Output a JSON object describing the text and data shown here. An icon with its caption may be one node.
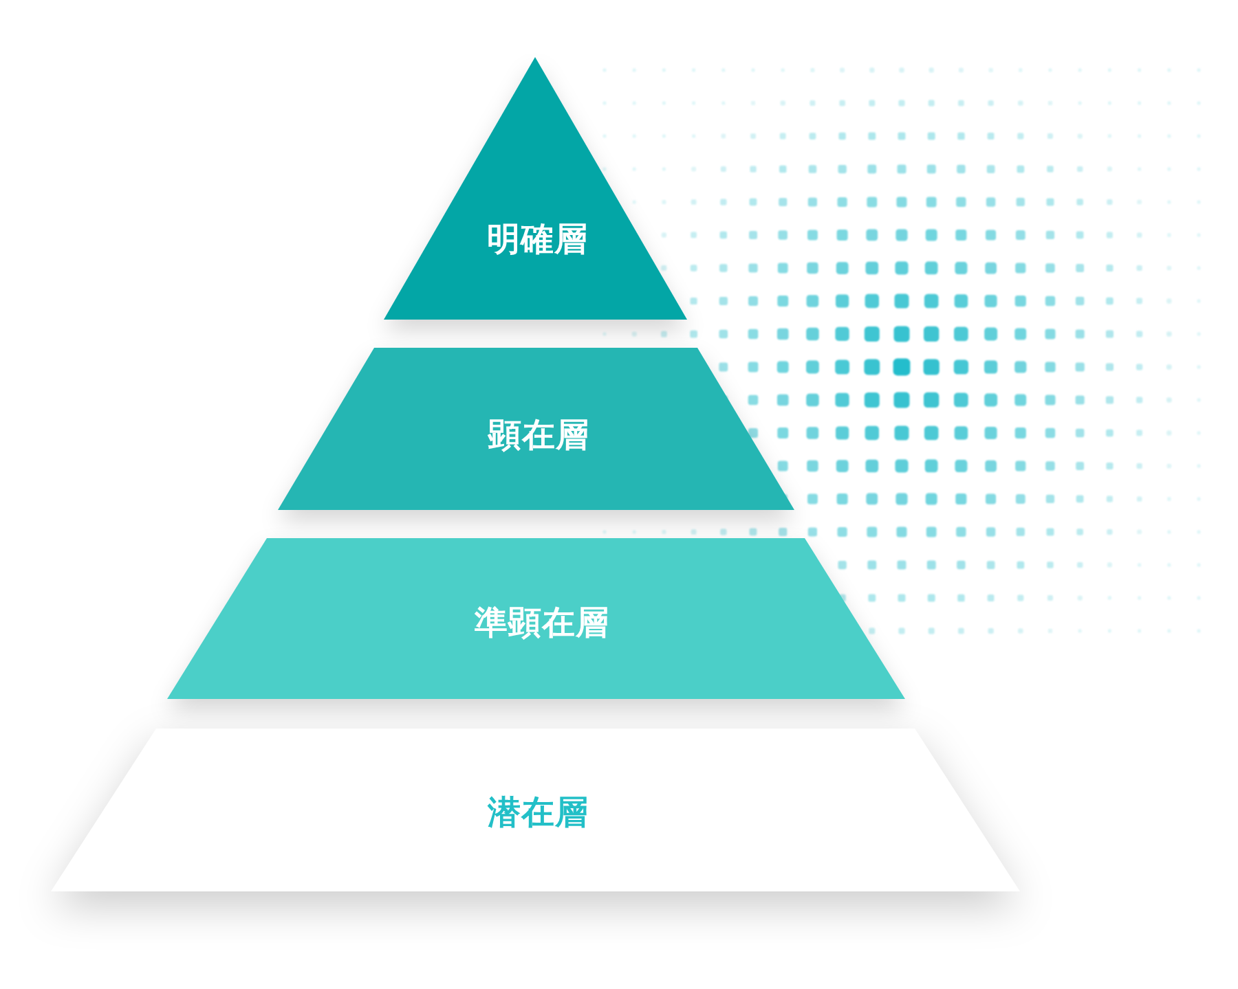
{
  "diagram": {
    "nodes": [
      {
        "text": [
          "明確層"
        ]
      },
      {
        "text": [
          "顕在層"
        ]
      },
      {
        "text": [
          "準顕在層"
        ]
      },
      {
        "text": [
          "潜在層"
        ]
      }
    ]
  }
}
